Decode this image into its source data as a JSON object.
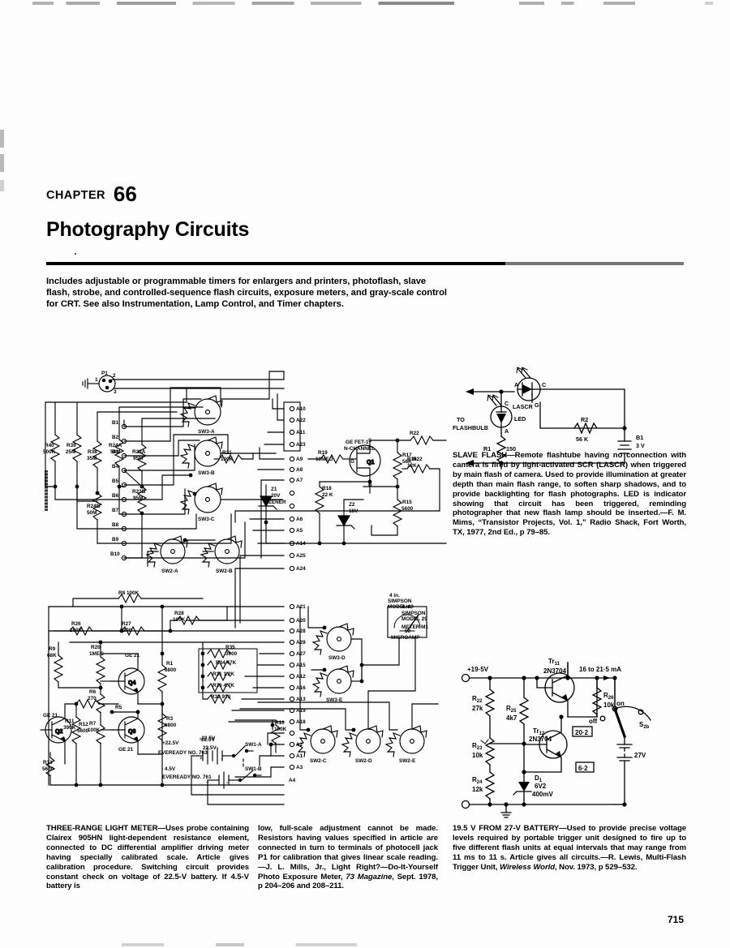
{
  "page": {
    "number": "715",
    "chapter_word": "CHAPTER",
    "chapter_number": "66",
    "title": "Photography Circuits",
    "intro": "Includes adjustable or programmable timers for enlargers and printers, photoflash, slave flash, strobe, and controlled-sequence flash circuits, exposure meters, and gray-scale control for CRT. See also Instrumentation, Lamp Control, and Timer chapters."
  },
  "figures": {
    "light_meter": {
      "title": "THREE-RANGE LIGHT METER",
      "labels": {
        "p1": "P1",
        "p1_pins": [
          "1",
          "2",
          "3"
        ],
        "sw3a": "SW3-A",
        "sw3b": "SW3-B",
        "sw3c": "SW3-C",
        "sw3d": "SW3-D",
        "sw3e": "SW3-E",
        "sw2a": "SW2-A",
        "sw2b": "SW2-B",
        "sw2c": "SW2-C",
        "sw2d": "SW2-D",
        "sw2e": "SW2-E",
        "sw1a": "SW1-A",
        "sw1b": "SW1-B",
        "b_terminals": [
          "B1",
          "B2",
          "B3",
          "B4",
          "B5",
          "B6",
          "B7",
          "B8",
          "B9",
          "B10"
        ],
        "a_terminals_upper": [
          "A10",
          "A22",
          "A11",
          "A23",
          "A9",
          "A8",
          "A7",
          "A6",
          "A5",
          "A14",
          "A25",
          "A24"
        ],
        "a_terminals_lower": [
          "A21",
          "A20",
          "A28",
          "A29",
          "A27",
          "A15",
          "A12",
          "A16",
          "A13",
          "A19",
          "A18",
          "A2",
          "A1",
          "A3",
          "A4"
        ],
        "fet": "GE FET-1",
        "fet_channel": "N-CHANNEL",
        "fet_ref": "Q1",
        "fet_pins": [
          "S",
          "G",
          "D"
        ],
        "z1": "Z1",
        "z1_val": "20V",
        "z1_type": "ZENER",
        "z2": "Z2",
        "z2_val": "18V",
        "q2": "Q2",
        "q3": "Q3",
        "q4": "Q4",
        "ge21": "GE 21",
        "meter_size": "4 in.",
        "meter_brand": "SIMPSON",
        "meter_model": "MODEL 29",
        "meter_id": "METER M1",
        "meter_range": "50",
        "meter_unit": "MICROAMP",
        "batt1_v": "22.5V",
        "batt1_type": "EVEREADY NO. 763",
        "batt2_type": "EVEREADY NO. 761",
        "rail_minus_22": "-22.5V",
        "rail_plus_22": "+22.5V",
        "rail_minus_45": "- 4.5V"
      },
      "components": [
        {
          "ref": "R40",
          "val": "500K"
        },
        {
          "ref": "R39",
          "val": "25M"
        },
        {
          "ref": "R38",
          "val": "35M"
        },
        {
          "ref": "R24A",
          "val": "50M"
        },
        {
          "ref": "R23A",
          "val": "95M"
        },
        {
          "ref": "R23B",
          "val": "95M"
        },
        {
          "ref": "R24B",
          "val": "50M"
        },
        {
          "ref": "R21",
          "val": "100K"
        },
        {
          "ref": "R19",
          "val": "10MEG"
        },
        {
          "ref": "R22",
          "val": ""
        },
        {
          "ref": "R17",
          "val": "56K"
        },
        {
          "ref": "R18",
          "val": "22 K"
        },
        {
          "ref": "R15",
          "val": "5600"
        },
        {
          "ref": "R16",
          "val": "12K"
        },
        {
          "ref": "R26",
          "val": "100K"
        },
        {
          "ref": "R27",
          "val": "2200"
        },
        {
          "ref": "R28",
          "val": "100K"
        },
        {
          "ref": "R8",
          "val": "100K"
        },
        {
          "ref": "R9",
          "val": "68K"
        },
        {
          "ref": "R20",
          "val": "1MEG"
        },
        {
          "ref": "R6",
          "val": "270"
        },
        {
          "ref": "R5",
          "val": ""
        },
        {
          "ref": "R7",
          "val": "100K"
        },
        {
          "ref": "R1",
          "val": "6800"
        },
        {
          "ref": "R3",
          "val": "6800"
        },
        {
          "ref": "R11",
          "val": "390K"
        },
        {
          "ref": "R12",
          "val": "5600"
        },
        {
          "ref": "R13",
          "val": "5600"
        },
        {
          "ref": "R35",
          "val": "3900"
        },
        {
          "ref": "R34",
          "val": "47K"
        },
        {
          "ref": "R31",
          "val": "1.2K"
        },
        {
          "ref": "R36",
          "val": "4.7K"
        },
        {
          "ref": "R30",
          "val": "910"
        },
        {
          "ref": "R10",
          "val": "100K"
        }
      ],
      "caption_col1": "THREE-RANGE LIGHT METER—Uses probe containing Clairex 905HN light-dependent resistance element, connected to DC differential amplifier driving meter having specially calibrated scale. Article gives calibration procedure. Switching circuit provides constant check on voltage of 22.5-V battery. If 4.5-V battery is",
      "caption_col2_a": "low, full-scale adjustment cannot be made. Resistors having values specified in article are connected in turn to terminals of photocell jack P1 for calibration that gives linear scale reading.—J. L. Mills, Jr., Light Right?—Do-It-Yourself Photo Exposure Meter, ",
      "caption_col2_italic": "73 Magazine",
      "caption_col2_b": ", Sept. 1978, p 204–206 and 208–211."
    },
    "slave_flash": {
      "labels": {
        "to_flashbulb_1": "TO",
        "to_flashbulb_2": "FLASHBULB",
        "lascr": "LASCR",
        "lascr_a": "A",
        "lascr_c": "C",
        "lascr_g": "G",
        "led": "LED",
        "led_a": "A",
        "led_c": "C",
        "r1": "R1",
        "r1_val": "150",
        "r2": "R2",
        "r2_val": "56 K",
        "b1": "B1",
        "b1_val": "3 V"
      },
      "caption_a": "SLAVE FLASH—Remote flashtube having no connection with camera is fired by light-activated SCR (LASCR) when triggered by main flash of camera. Used to provide illumination at greater depth than main flash range, to soften sharp shadows, and to provide backlighting for flash photographs. LED is indicator showing that circuit has been triggered, reminding photographer that new flash lamp should be inserted.—F. M. Mims, “Transistor Projects, Vol. 1,” Radio Shack, Fort Worth, TX, 1977, 2nd Ed., p 79–85."
    },
    "regulator": {
      "labels": {
        "supply_in": "+19·5V",
        "current": "16 to 21·5 mA",
        "tr11": "Tr",
        "tr11_sub": "11",
        "tr11_type": "2N3704",
        "tr12": "Tr",
        "tr12_sub": "12",
        "tr12_type": "2N3704",
        "box_202": "20·2",
        "box_62": "6·2",
        "sw_on": "on",
        "sw_off": "off",
        "sw_ref": "S",
        "sw_ref_sub": "2b",
        "batt": "27V",
        "d1": "D",
        "d1_sub": "1",
        "d1_val": "6V2",
        "d1_val2": "400mV"
      },
      "components": [
        {
          "ref": "R",
          "sub": "22",
          "val": "27k"
        },
        {
          "ref": "R",
          "sub": "25",
          "val": "4k7"
        },
        {
          "ref": "R",
          "sub": "26",
          "val": "10k"
        },
        {
          "ref": "R",
          "sub": "23",
          "val": "10k"
        },
        {
          "ref": "R",
          "sub": "24",
          "val": "12k"
        }
      ],
      "caption_a": "19.5 V FROM 27-V BATTERY—Used to provide precise voltage levels required by portable trigger unit designed to fire up to five different flash units at equal intervals that may range from 11 ms to 11 s. Article gives all circuits.—R. Lewis, Multi-Flash Trigger Unit, ",
      "caption_italic": "Wireless World",
      "caption_b": ", Nov. 1973, p 529–532."
    }
  }
}
